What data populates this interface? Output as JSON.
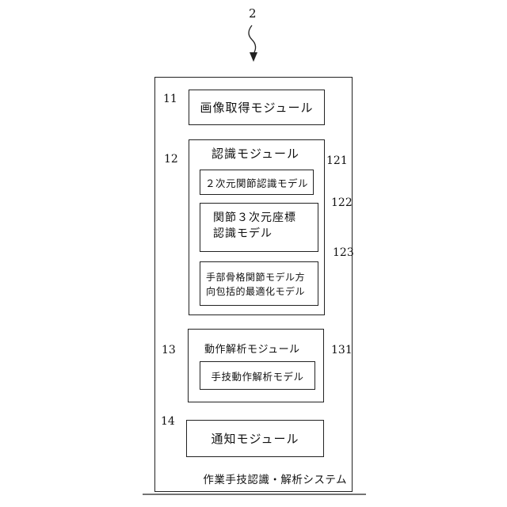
{
  "figure": {
    "ref_main": "2",
    "system_label": "作業手技認識・解析システム"
  },
  "modules": {
    "image_acquisition": {
      "ref": "11",
      "label": "画像取得モジュール"
    },
    "recognition": {
      "ref": "12",
      "label": "認識モジュール",
      "submodels": [
        {
          "ref": "121",
          "line1": "２次元関節認識モデル",
          "line2": ""
        },
        {
          "ref": "122",
          "line1": "関節３次元座標",
          "line2": "認識モデル"
        },
        {
          "ref": "123",
          "line1": "手部骨格関節モデル方",
          "line2": "向包括的最適化モデル"
        }
      ]
    },
    "motion_analysis": {
      "ref": "13",
      "label": "動作解析モジュール",
      "submodel": {
        "ref": "131",
        "label": "手技動作解析モデル"
      }
    },
    "notification": {
      "ref": "14",
      "label": "通知モジュール"
    }
  }
}
